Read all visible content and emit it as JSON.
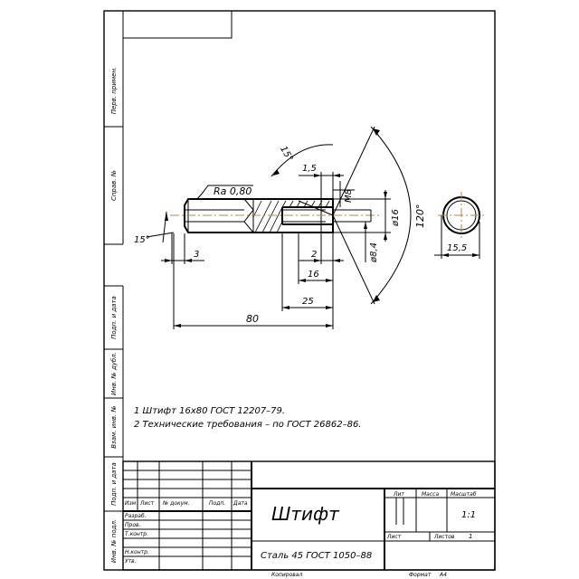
{
  "drawing": {
    "dimensions": {
      "chamfer_angle": "15°",
      "depth_1_5": "1,5",
      "length_3": "3",
      "length_2": "2",
      "length_16": "16",
      "length_25": "25",
      "length_80": "80",
      "thread": "М8",
      "dia_16": "ø16",
      "dia_8_4": "ø8,4",
      "angle_120": "120°",
      "width_15_5": "15,5",
      "roughness": "Ra 0,80"
    }
  },
  "notes": [
    "1  Штифт 16х80 ГОСТ 12207–79.",
    "2  Технические требования – по ГОСТ 26862–86."
  ],
  "side_labels": {
    "perv_primen": "Перв. примен.",
    "sprav_no": "Справ. №",
    "podp_data_1": "Подп. и дата",
    "inv_dubl": "Инв. № дубл.",
    "vzam_inv": "Взам. инв. №",
    "podp_data_2": "Подп. и дата",
    "inv_podl": "Инв. № подл."
  },
  "title_block": {
    "title": "Штифт",
    "material": "Сталь 45 ГОСТ 1050–88",
    "col_izm": "Изм",
    "col_list": "Лист",
    "col_doc": "№ докум.",
    "col_podp": "Подп.",
    "col_data": "Дата",
    "row_razrab": "Разраб.",
    "row_prov": "Пров.",
    "row_tkontr": "Т.контр.",
    "row_nkontr": "Н.контр.",
    "row_utv": "Утв.",
    "lit": "Лит",
    "massa": "Масса",
    "masshtab": "Масштаб",
    "scale_value": "1:1",
    "list_label": "Лист",
    "listov_label": "Листов",
    "listov_value": "1",
    "kopiroval": "Копировал",
    "format": "Формат",
    "format_value": "А4"
  }
}
